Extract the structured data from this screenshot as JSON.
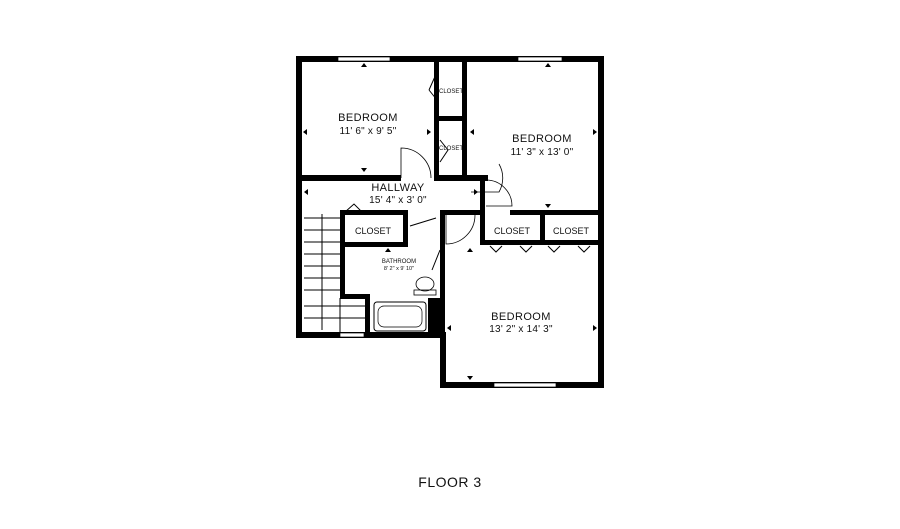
{
  "rooms": {
    "bedroom_nw": {
      "name": "Bedroom",
      "dims": "11' 6\" x 9' 5\""
    },
    "bedroom_ne": {
      "name": "Bedroom",
      "dims": "11' 3\" x 13' 0\""
    },
    "hallway": {
      "name": "Hallway",
      "dims": "15' 4\" x 3' 0\""
    },
    "bedroom_se": {
      "name": "Bedroom",
      "dims": "13' 2\" x 14' 3\""
    },
    "bathroom": {
      "name": "Bathroom",
      "dims": "8' 2\" x 9' 10\""
    }
  },
  "closets": {
    "closet_top_upper": "CLOSET",
    "closet_top_lower": "CLOSET",
    "closet_hall": "CLOSET",
    "closet_se_left": "CLOSET",
    "closet_se_right": "CLOSET"
  },
  "floor_label": "FLOOR 3"
}
